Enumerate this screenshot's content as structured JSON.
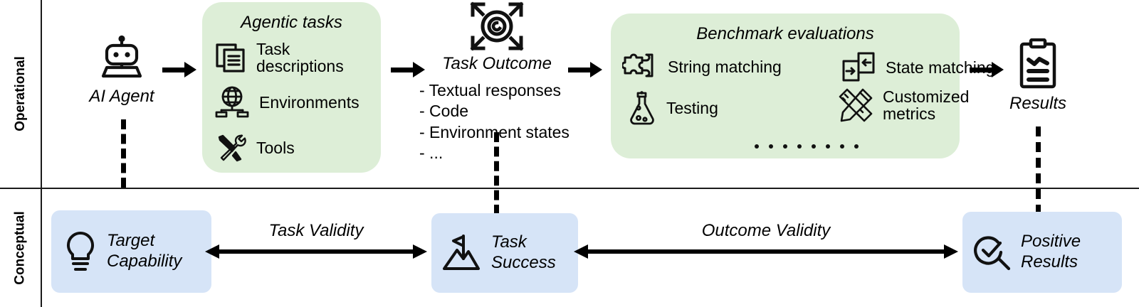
{
  "figure": {
    "type": "diagram",
    "title": "Operational and conceptual view of agentic benchmark validity",
    "colors": {
      "green_panel": "#ddeed7",
      "blue_box": "#d6e4f7",
      "stroke": "#000000",
      "background": "#ffffff"
    }
  },
  "rows": {
    "operational_label": "Operational",
    "conceptual_label": "Conceptual"
  },
  "operational": {
    "agent": {
      "caption": "AI Agent",
      "icon": "robot-icon"
    },
    "agentic_tasks": {
      "title": "Agentic tasks",
      "items": [
        {
          "label": "Task\ndescriptions",
          "line1": "Task",
          "line2": "descriptions",
          "icon": "documents-icon"
        },
        {
          "label": "Environments",
          "line1": "Environments",
          "line2": "",
          "icon": "globe-network-icon"
        },
        {
          "label": "Tools",
          "line1": "Tools",
          "line2": "",
          "icon": "tools-icon"
        }
      ]
    },
    "task_outcome": {
      "caption": "Task Outcome",
      "icon": "target-expand-icon",
      "bullets": [
        "- Textual responses",
        "- Code",
        "- Environment states",
        "- ..."
      ]
    },
    "benchmark_evaluations": {
      "title": "Benchmark evaluations",
      "items": [
        {
          "line1": "String matching",
          "line2": "",
          "icon": "puzzle-icon"
        },
        {
          "line1": "State matching",
          "line2": "",
          "icon": "state-transfer-icon"
        },
        {
          "line1": "Testing",
          "line2": "",
          "icon": "flask-icon"
        },
        {
          "line1": "Customized",
          "line2": "metrics",
          "icon": "ruler-pencil-icon"
        }
      ],
      "more_indicator": "........"
    },
    "results": {
      "caption": "Results",
      "icon": "clipboard-report-icon"
    }
  },
  "conceptual": {
    "nodes": [
      {
        "line1": "Target",
        "line2": "Capability",
        "icon": "lightbulb-icon"
      },
      {
        "line1": "Task",
        "line2": "Success",
        "icon": "mountain-flag-icon"
      },
      {
        "line1": "Positive",
        "line2": "Results",
        "icon": "magnifier-check-icon"
      }
    ],
    "links": [
      {
        "label": "Task Validity",
        "from": "Target Capability",
        "to": "Task Success",
        "style": "double-headed"
      },
      {
        "label": "Outcome Validity",
        "from": "Task Success",
        "to": "Positive Results",
        "style": "double-headed"
      }
    ]
  }
}
